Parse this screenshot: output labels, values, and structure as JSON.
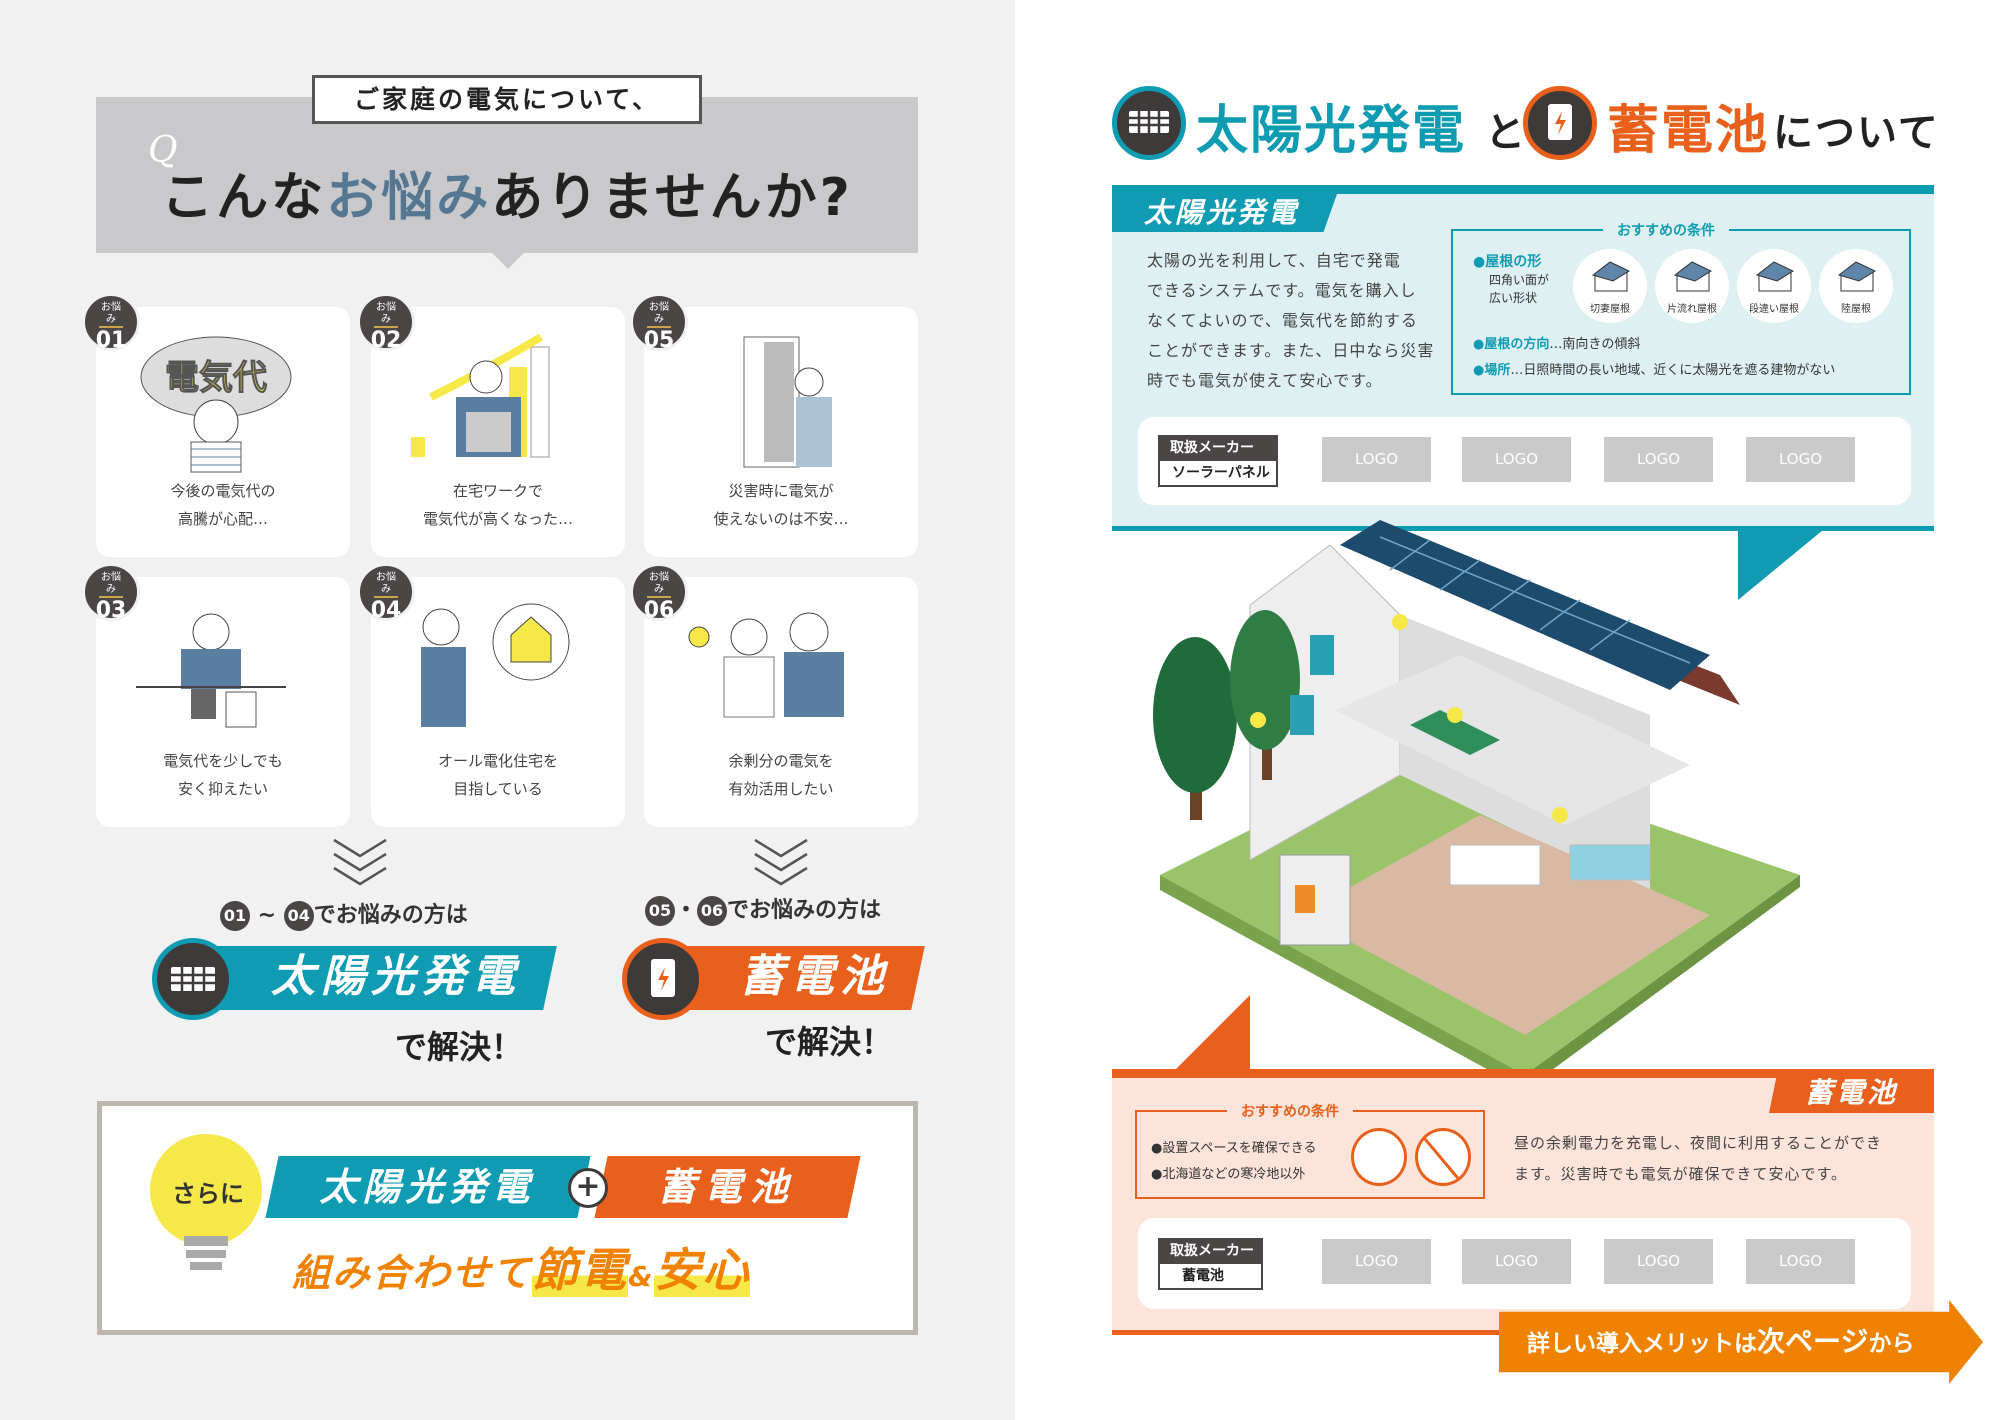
{
  "left": {
    "header_label": "ご家庭の電気について、",
    "title_pre": "こんな",
    "title_em": "お悩み",
    "title_post": "ありませんか?",
    "badge_prefix": "お悩み",
    "cards": [
      {
        "num": "01",
        "line1": "今後の電気代の",
        "line2": "高騰が心配…",
        "illustration_text": "電気代"
      },
      {
        "num": "02",
        "line1": "在宅ワークで",
        "line2": "電気代が高くなった…"
      },
      {
        "num": "05",
        "line1": "災害時に電気が",
        "line2": "使えないのは不安…"
      },
      {
        "num": "03",
        "line1": "電気代を少しでも",
        "line2": "安く抑えたい"
      },
      {
        "num": "04",
        "line1": "オール電化住宅を",
        "line2": "目指している"
      },
      {
        "num": "06",
        "line1": "余剰分の電気を",
        "line2": "有効活用したい"
      }
    ],
    "solar_lead": {
      "n1": "01",
      "sep": "~",
      "n2": "04",
      "text": "でお悩みの方は"
    },
    "battery_lead": {
      "n1": "05",
      "sep": "・",
      "n2": "06",
      "text": "でお悩みの方は"
    },
    "solar_banner": "太陽光発電",
    "battery_banner": "蓄電池",
    "solve": "で解決！",
    "combo": {
      "bulb_text": "さらに",
      "solar": "太陽光発電",
      "plus": "+",
      "battery": "蓄電池",
      "line2_a": "組み合わせて",
      "line2_b": "節電",
      "line2_c": "&",
      "line2_d": "安心"
    }
  },
  "right": {
    "title": {
      "solar": "太陽光発電",
      "and": "と",
      "battery": "蓄電池",
      "about": "について"
    },
    "solar": {
      "tab": "太陽光発電",
      "desc": [
        "太陽の光を利用して、自宅で発電",
        "できるシステムです。電気を購入し",
        "なくてよいので、電気代を節約する",
        "ことができます。また、日中なら災害",
        "時でも電気が使えて安心です。"
      ],
      "cond_title": "おすすめの条件",
      "roof_label": "●屋根の形",
      "roof_desc": [
        "四角い面が",
        "広い形状"
      ],
      "roofs": [
        "切妻屋根",
        "片流れ屋根",
        "段違い屋根",
        "陸屋根"
      ],
      "dir_label": "●屋根の方向",
      "dir_text": "…南向きの傾斜",
      "place_label": "●場所",
      "place_text": "…日照時間の長い地域、近くに太陽光を遮る建物がない",
      "maker_label": "取扱メーカー",
      "maker_type": "ソーラーパネル",
      "logos": [
        "LOGO",
        "LOGO",
        "LOGO",
        "LOGO"
      ]
    },
    "battery": {
      "tab": "蓄電池",
      "cond_title": "おすすめの条件",
      "conds": [
        "●設置スペースを確保できる",
        "●北海道などの寒冷地以外"
      ],
      "desc": [
        "昼の余剰電力を充電し、夜間に利用することができ",
        "ます。災害時でも電気が確保できて安心です。"
      ],
      "maker_label": "取扱メーカー",
      "maker_type": "蓄電池",
      "logos": [
        "LOGO",
        "LOGO",
        "LOGO",
        "LOGO"
      ]
    },
    "next": {
      "a": "詳しい導入メリットは",
      "b": "次ページ",
      "c": "から"
    }
  },
  "colors": {
    "teal": "#0f9cb2",
    "orange": "#e8601c",
    "light_teal": "#dff0f2",
    "light_orange": "#fde4da",
    "dark": "#4a4646",
    "slate_blue": "#567791",
    "yellow": "#f7e84a",
    "arrow_orange": "#ef8200"
  }
}
